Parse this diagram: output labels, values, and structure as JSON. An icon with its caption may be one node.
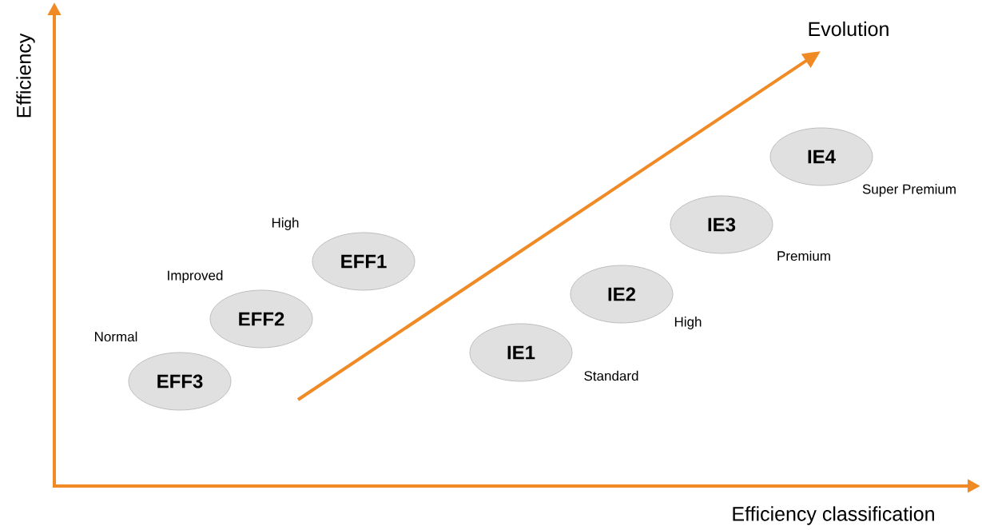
{
  "diagram": {
    "nodes": [
      {
        "text": [
          "EFF3"
        ],
        "beside": [
          "Normal"
        ]
      },
      {
        "text": [
          "EFF2"
        ],
        "beside": [
          "Improved"
        ]
      },
      {
        "text": [
          "EFF1"
        ],
        "beside": [
          "High"
        ]
      },
      {
        "text": [
          "IE1"
        ],
        "beside": [
          "Standard"
        ]
      },
      {
        "text": [
          "IE2"
        ],
        "beside": [
          "High"
        ]
      },
      {
        "text": [
          "IE3"
        ],
        "beside": [
          "Premium"
        ]
      },
      {
        "text": [
          "IE4"
        ],
        "beside": [
          "Super Premium"
        ]
      }
    ],
    "labels": [
      "Efficiency",
      "Evolution",
      "Efficiency classification"
    ]
  }
}
